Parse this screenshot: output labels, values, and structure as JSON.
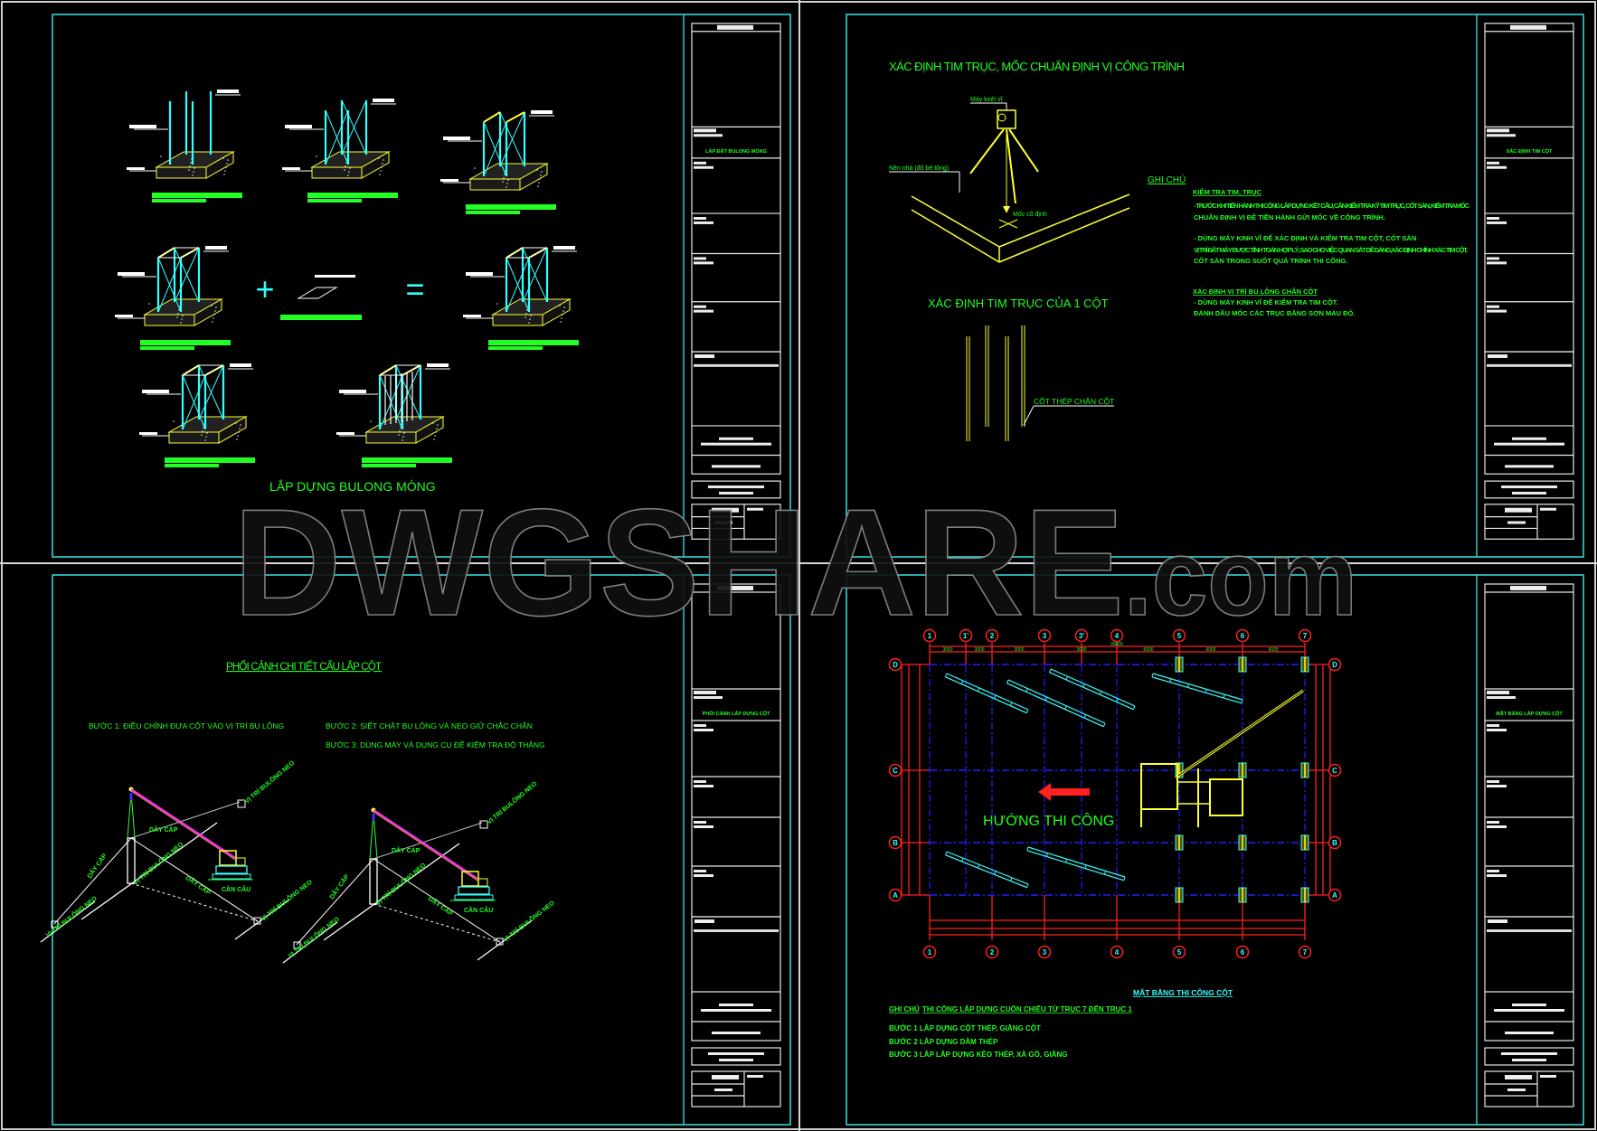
{
  "watermark": {
    "main": "DWGSHARE",
    "suffix": ".com"
  },
  "sheet_tl": {
    "title": "LẮP DỰNG BULONG MÓNG",
    "block_title": "LẮP ĐẶT BULONG MÓNG",
    "plus": "+",
    "equals": "="
  },
  "sheet_tr": {
    "title": "XÁC ĐỊNH TIM TRỤC, MỐC CHUẨN ĐỊNH VỊ CÔNG TRÌNH",
    "label_instrument": "Máy kinh vĩ",
    "label_floor": "Nền nhà (đổ bê tông)",
    "label_marker": "Mốc cố định",
    "subtitle": "XÁC ĐỊNH TIM TRỤC CỦA 1 CỘT",
    "rebar_label": "CỐT THÉP CHÂN CỘT",
    "notes_title": "GHI CHÚ",
    "notes_heading_1": "KIỂM TRA TIM, TRỤC",
    "notes_1": [
      "- TRƯỚC KHI TIẾN HÀNH THI CÔNG LẮP DỰNG KẾT CẤU, CẦN KIỂM TRA KỸ TIM TRỤC, CỐT SÀN, KIỂM TRA MỐC",
      "CHUẨN ĐỊNH VỊ ĐỂ TIẾN HÀNH GỬI MỐC VỀ CÔNG TRÌNH.",
      "- DÙNG MÁY KINH VĨ ĐỂ XÁC ĐỊNH VÀ KIỂM TRA TIM CỘT, CỐT SÀN",
      "VỊ TRÍ ĐẶT MÁY ĐƯỢC TÍNH TOÁN HỢP LÝ, SAO CHO VIỆC QUAN SÁT DỄ DÀNG,XÁC ĐỊNH CHÍNH XÁC TIM CỘT,",
      "CỐT SÀN TRONG SUỐT QUÁ TRÌNH THI CÔNG."
    ],
    "notes_heading_2": "XÁC ĐỊNH VỊ TRÍ BU LÔNG CHÂN CỘT",
    "notes_2": [
      "- DÙNG MÁY KINH VĨ ĐỂ KIỂM TRA TIM CỘT.",
      "ĐÁNH DẤU MỐC CÁC TRỤC BẰNG SƠN MÀU ĐỎ."
    ],
    "block_title": "XÁC ĐỊNH TIM CỘT"
  },
  "sheet_bl": {
    "title": "PHỐI CẢNH CHI TIẾT CẨU LẮP CỘT",
    "step_1": "BƯỚC 1: ĐIỀU CHỈNH ĐƯA CỘT VÀO VỊ TRÍ BU LÔNG",
    "step_2": "BƯỚC 2: SIẾT CHẶT BU LÔNG VÀ NEO GIỮ CHẮC CHẮN",
    "step_3": "BƯỚC 3: DÙNG MÁY VÀ DỤNG CỤ ĐỂ KIỂM TRA ĐỘ THẲNG",
    "cable_label": "DÂY CÁP",
    "anchor_label": "VỊ TRÍ BULÔNG NEO",
    "crane_label": "CẦN CẨU",
    "block_title": "PHỐI CẢNH LẮP DỰNG CỘT"
  },
  "sheet_br": {
    "plan_title": "MẶT BẰNG THI CÔNG CỘT",
    "direction_label": "HƯỚNG THI CÔNG",
    "notes_title": "GHI CHÚ",
    "notes_subtitle": "THI CÔNG LẮP DỰNG CUỐN CHIẾU TỪ TRỤC 7 ĐẾN TRỤC 1",
    "steps": [
      "BƯỚC 1 LẮP DỰNG CỘT THÉP, GIẰNG CỘT",
      "BƯỚC 2 LẮP DỰNG DẦM THÉP",
      "BƯỚC 3 LẮP LẮP DỰNG KÈO THÉP, XÀ GỒ, GIẰNG"
    ],
    "axes_top": [
      "1",
      "1'",
      "2",
      "3",
      "3'",
      "4",
      "5",
      "6",
      "7"
    ],
    "axes_bottom": [
      "1",
      "2",
      "3",
      "4",
      "5",
      "6",
      "7"
    ],
    "rows": [
      "D",
      "C",
      "B",
      "A"
    ],
    "dims_top": [
      "3000",
      "3000",
      "3000",
      "3000",
      "6000",
      "6000",
      "6000"
    ],
    "dim_total": "30000",
    "block_title": "MẶT BẰNG LẮP DỰNG CỘT"
  },
  "colors": {
    "frame": "#33d6d6",
    "text_green": "#22ff22",
    "steel_cyan": "#33ffff",
    "grid_blue": "#2020ff",
    "dim_red": "#ff2020",
    "yellow": "#ffff33",
    "boom_magenta": "#ff33ff"
  }
}
